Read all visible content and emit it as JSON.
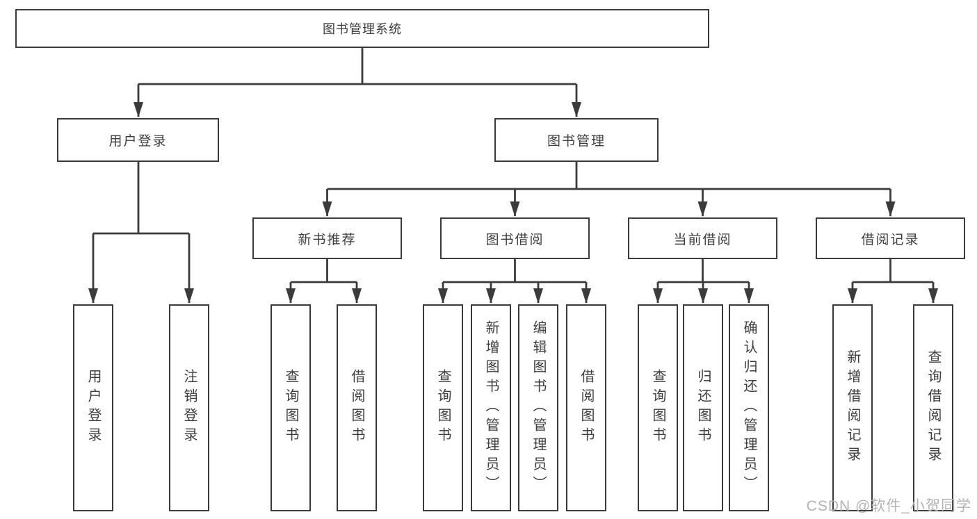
{
  "colors": {
    "line": "#3b3b3b",
    "text": "#3d3d3d",
    "watermark": "#b3b3b3",
    "background": "#ffffff"
  },
  "watermark": {
    "text": "CSDN @软件_小贺同学"
  },
  "tree": {
    "label": "图书管理系统",
    "children": [
      {
        "label": "用户登录",
        "children": [
          {
            "label": "用户登录"
          },
          {
            "label": "注销登录"
          }
        ]
      },
      {
        "label": "图书管理",
        "children": [
          {
            "label": "新书推荐",
            "children": [
              {
                "label": "查询图书"
              },
              {
                "label": "借阅图书"
              }
            ]
          },
          {
            "label": "图书借阅",
            "children": [
              {
                "label": "查询图书"
              },
              {
                "label": "新增图书（管理员）"
              },
              {
                "label": "编辑图书（管理员）"
              },
              {
                "label": "借阅图书"
              }
            ]
          },
          {
            "label": "当前借阅",
            "children": [
              {
                "label": "查询图书"
              },
              {
                "label": "归还图书"
              },
              {
                "label": "确认归还（管理员）"
              }
            ]
          },
          {
            "label": "借阅记录",
            "children": [
              {
                "label": "新增借阅记录"
              },
              {
                "label": "查询借阅记录"
              }
            ]
          }
        ]
      }
    ]
  }
}
